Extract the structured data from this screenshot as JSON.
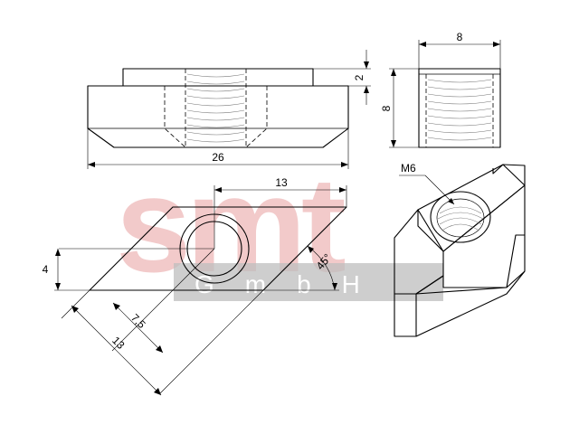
{
  "watermark": {
    "brand": "smt",
    "sub": "GmbH",
    "brand_color": "#e8a0a0",
    "band_color": "#bdbdbd"
  },
  "dimensions": {
    "top_height": "2",
    "total_length": "26",
    "side_width": "8",
    "side_height": "8",
    "top_width": "13",
    "left_height": "4",
    "angle": "45°",
    "hole_offset": "7,5",
    "bottom_length": "13"
  },
  "labels": {
    "thread": "M6"
  }
}
